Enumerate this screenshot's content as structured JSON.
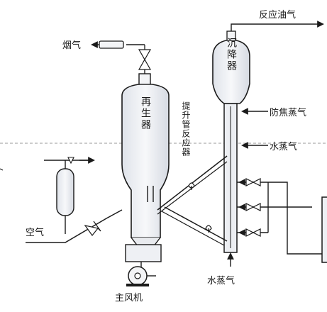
{
  "labels": {
    "reaction_oil_gas": "反应油气",
    "flue_gas": "烟气",
    "settler": "沉降器",
    "regenerator": "再生器",
    "riser_reactor": "提升管反应器",
    "anti_coking_steam": "防焦蒸气",
    "steam_upper": "水蒸气",
    "air": "空气",
    "steam_bottom": "水蒸气",
    "main_blower": "主风机"
  },
  "colors": {
    "line": "#1a1a1a",
    "vessel_fill": "#eef0f4",
    "dashed": "#9a9a9a"
  }
}
